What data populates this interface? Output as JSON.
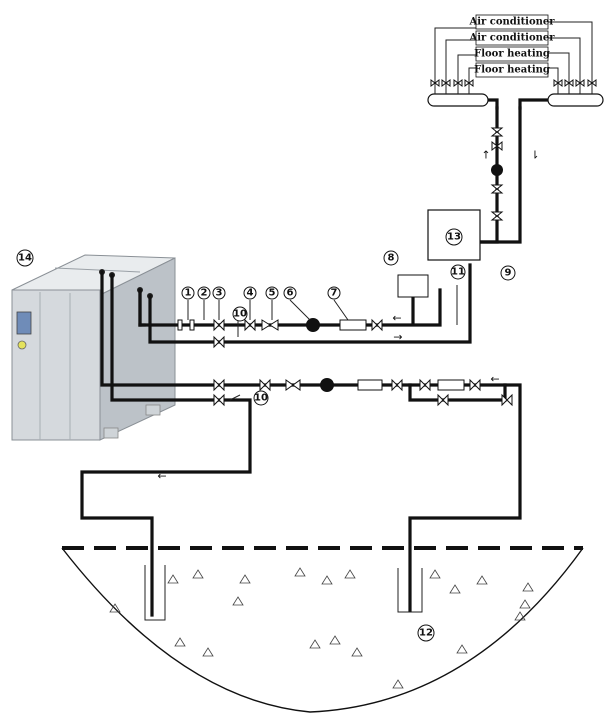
{
  "labels": {
    "ac1": "Air conditioner",
    "ac2": "Air conditioner",
    "fh1": "Floor heating",
    "fh2": "Floor heating"
  },
  "numbers": {
    "n1": "1",
    "n2": "2",
    "n3": "3",
    "n4": "4",
    "n5": "5",
    "n6": "6",
    "n7": "7",
    "n8": "8",
    "n9": "9",
    "n10a": "10",
    "n10b": "10",
    "n11": "11",
    "n12": "12",
    "n13": "13",
    "n14": "14"
  },
  "arrows": {
    "up": "↑",
    "down": "⇂",
    "left": "←",
    "right": "→"
  }
}
